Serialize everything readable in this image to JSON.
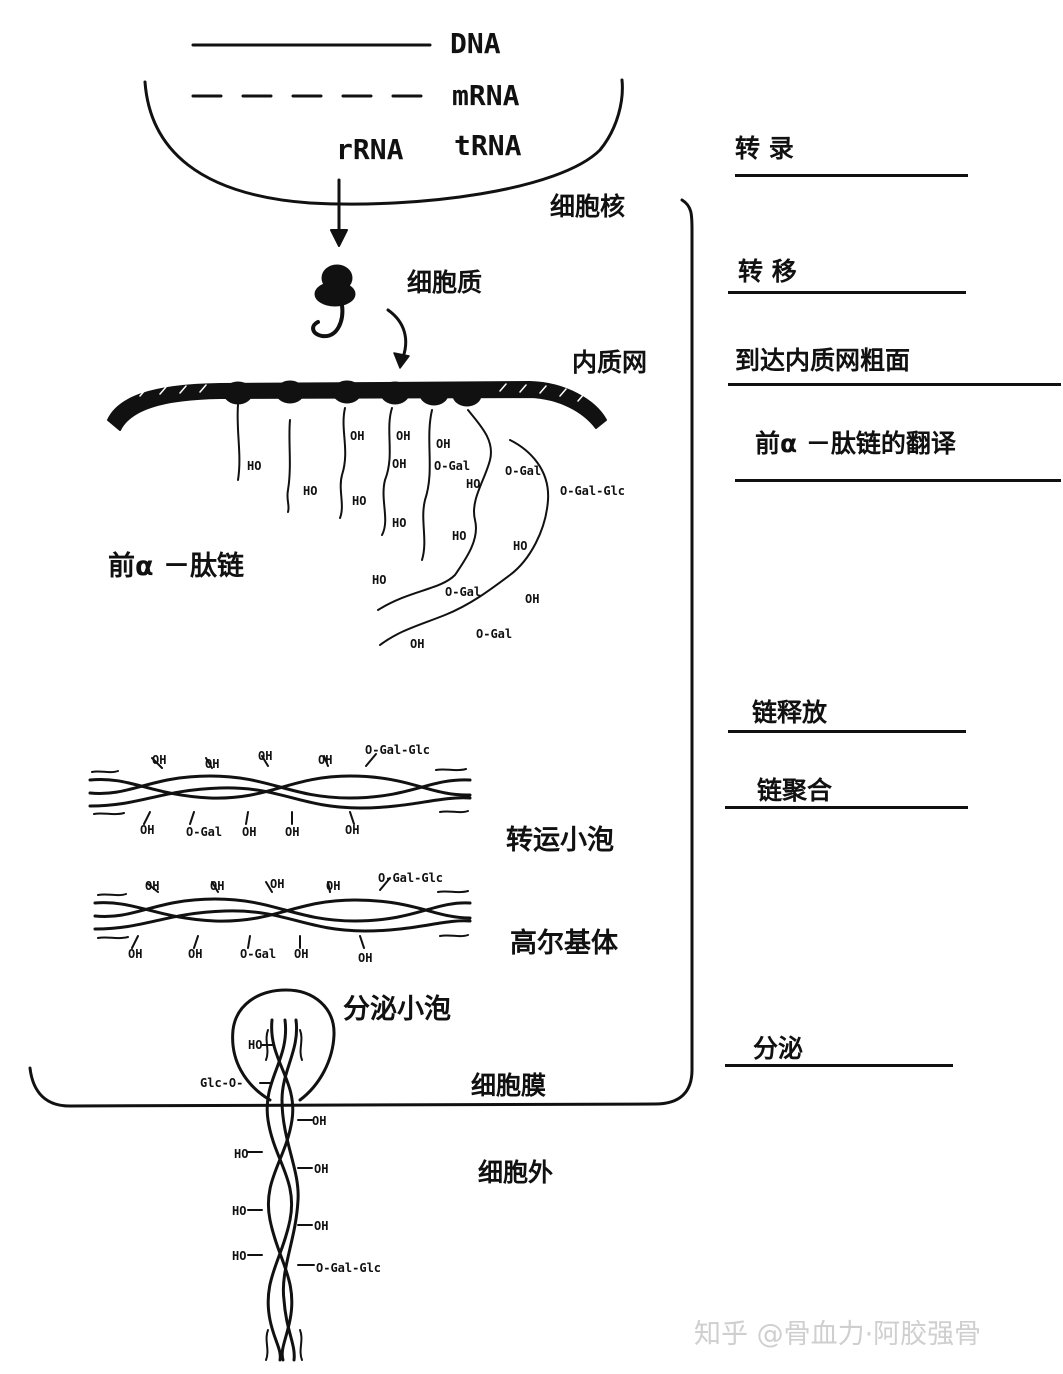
{
  "legend": {
    "dna": "DNA",
    "mrna": "mRNA",
    "rrna": "rRNA",
    "trna": "tRNA"
  },
  "compartments": {
    "nucleus": "细胞核",
    "cytoplasm": "细胞质",
    "er": "内质网",
    "pre_alpha_chain": "前α －肽链",
    "transport_vesicle": "转运小泡",
    "golgi": "高尔基体",
    "secretory_vesicle": "分泌小泡",
    "membrane": "细胞膜",
    "extracellular": "细胞外"
  },
  "stages": [
    {
      "label": "转  录"
    },
    {
      "label": "转  移"
    },
    {
      "label": "到达内质网粗面"
    },
    {
      "label": "前α －肽链的翻译"
    },
    {
      "label": "链释放"
    },
    {
      "label": "链聚合"
    },
    {
      "label": "分泌"
    }
  ],
  "annotations": {
    "oh": "OH",
    "ho": "HO",
    "o_gal": "O-Gal",
    "o_gal_glc": "O-Gal-Glc",
    "glc_o": "Glc-O-"
  },
  "watermark": "知乎 @骨血力·阿胶强骨"
}
